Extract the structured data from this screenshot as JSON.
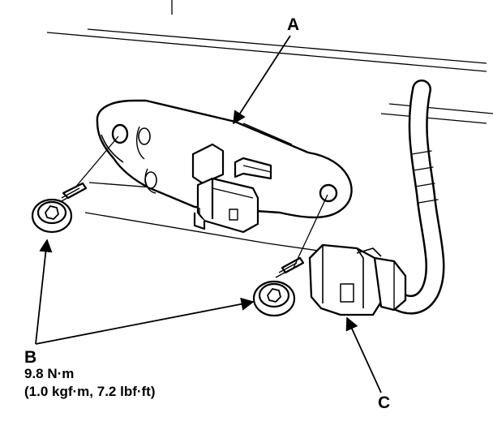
{
  "callouts": {
    "a": "A",
    "b": "B",
    "c": "C"
  },
  "torque_spec": {
    "line1": "9.8 N·m",
    "line2": "(1.0 kgf·m, 7.2 lbf·ft)"
  }
}
